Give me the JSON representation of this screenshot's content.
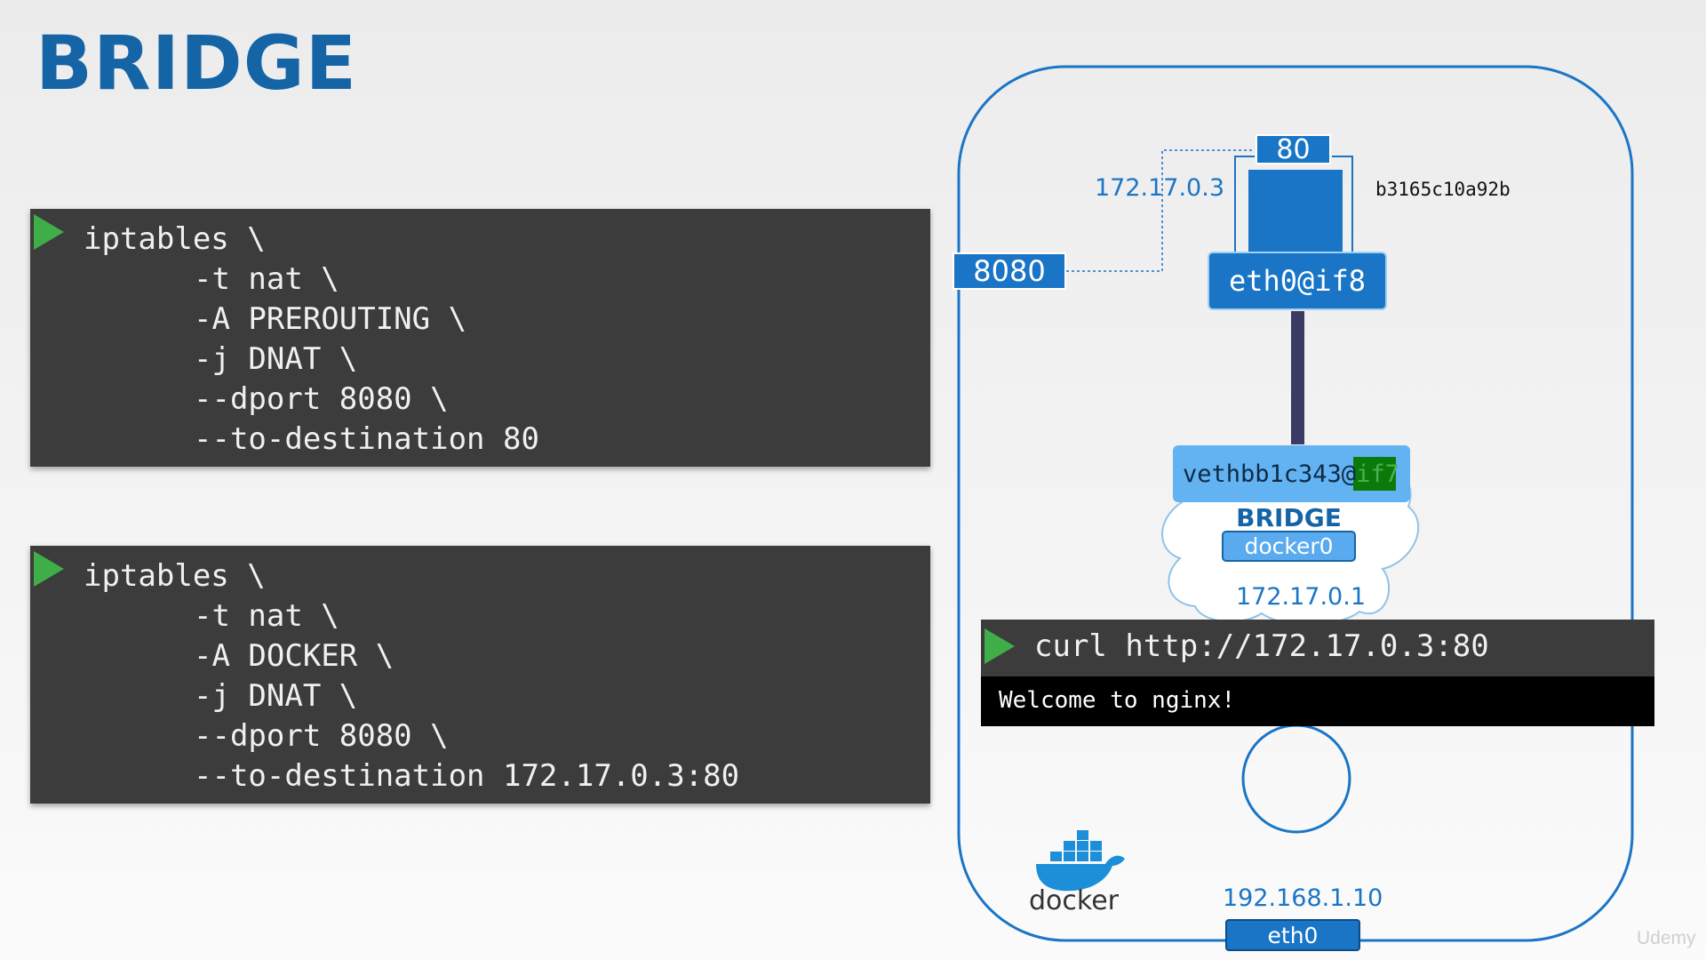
{
  "title": "BRIDGE",
  "terminal1": {
    "lines": [
      "iptables \\",
      "-t nat \\",
      "-A PREROUTING \\",
      "-j DNAT \\",
      "--dport 8080 \\",
      "--to-destination 80"
    ]
  },
  "terminal2": {
    "lines": [
      "iptables \\",
      "-t nat \\",
      "-A DOCKER \\",
      "-j DNAT \\",
      "--dport 8080 \\",
      "--to-destination 172.17.0.3:80"
    ]
  },
  "diagram": {
    "container_port": "80",
    "container_ip": "172.17.0.3",
    "container_id": "b3165c10a92b",
    "host_port": "8080",
    "container_interface": "eth0@if8",
    "veth_interface_prefix": "vethbb1c343@",
    "veth_interface_highlight": "if7",
    "bridge_label": "BRIDGE",
    "bridge_name": "docker0",
    "bridge_ip": "172.17.0.1",
    "host_ip": "192.168.1.10",
    "host_interface": "eth0",
    "docker_logo_text": "docker"
  },
  "curl_terminal": {
    "command": "curl http://172.17.0.3:80",
    "output": "Welcome to nginx!"
  },
  "watermark": "Udemy",
  "colors": {
    "title_blue": "#1565a6",
    "diagram_blue": "#1a75c6",
    "terminal_bg": "#3c3c3c",
    "play_green": "#3fae49"
  }
}
